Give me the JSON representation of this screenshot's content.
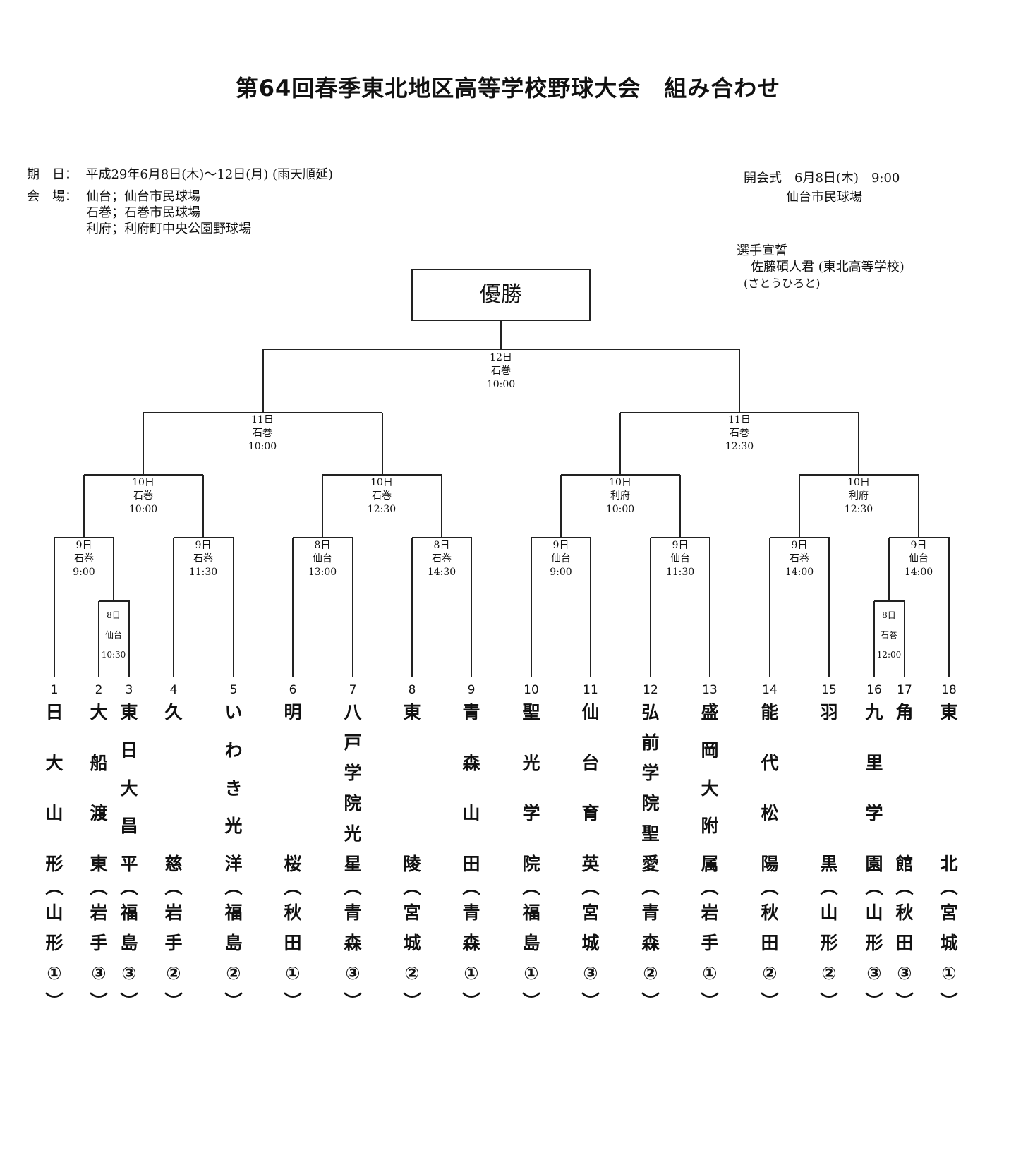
{
  "title": "第64回春季東北地区高等学校野球大会　組み合わせ",
  "info": {
    "dates": "期　日：  平成29年6月8日(木)～12日(月) (雨天順延)",
    "venue_label": "会　場：",
    "venues": [
      "仙台；仙台市民球場",
      "石巻；石巻市民球場",
      "利府；利府町中央公園野球場"
    ],
    "opening_ceremony": "開会式　6月8日(木)　9:00",
    "opening_venue": "仙台市民球場",
    "oath_label": "選手宣誓",
    "oath_person": "佐藤碩人君 (東北高等学校)",
    "oath_reading": "(さとうひろと)"
  },
  "winner_label": "優勝",
  "matches": {
    "final": "12日\n石巻\n10:00",
    "semi_left": "11日\n石巻\n10:00",
    "semi_right": "11日\n石巻\n12:30",
    "qf1": "10日\n石巻\n10:00",
    "qf2": "10日\n石巻\n12:30",
    "qf3": "10日\n利府\n10:00",
    "qf4": "10日\n利府\n12:30",
    "r2_1": "9日\n石巻\n9:00",
    "r2_2": "9日\n石巻\n11:30",
    "r2_3": "8日\n仙台\n13:00",
    "r2_4": "8日\n石巻\n14:30",
    "r2_5": "9日\n仙台\n9:00",
    "r2_6": "9日\n仙台\n11:30",
    "r2_7": "9日\n石巻\n14:00",
    "r2_8": "9日\n仙台\n14:00",
    "r1_left": "8日\n仙台\n10:30",
    "r1_right": "8日\n石巻\n12:00"
  },
  "teams": [
    {
      "num": "1",
      "name": "日大山形",
      "pref": "山形",
      "count": "①"
    },
    {
      "num": "2",
      "name": "大船渡東",
      "pref": "岩手",
      "count": "③"
    },
    {
      "num": "3",
      "name": "東日大昌平",
      "pref": "福島",
      "count": "③"
    },
    {
      "num": "4",
      "name": "久慈",
      "pref": "岩手",
      "count": "②"
    },
    {
      "num": "5",
      "name": "いわき光洋",
      "pref": "福島",
      "count": "②"
    },
    {
      "num": "6",
      "name": "明桜",
      "pref": "秋田",
      "count": "①"
    },
    {
      "num": "7",
      "name": "八戸学院光星",
      "pref": "青森",
      "count": "③"
    },
    {
      "num": "8",
      "name": "東陵",
      "pref": "宮城",
      "count": "②"
    },
    {
      "num": "9",
      "name": "青森山田",
      "pref": "青森",
      "count": "①"
    },
    {
      "num": "10",
      "name": "聖光学院",
      "pref": "福島",
      "count": "①"
    },
    {
      "num": "11",
      "name": "仙台育英",
      "pref": "宮城",
      "count": "③"
    },
    {
      "num": "12",
      "name": "弘前学院聖愛",
      "pref": "青森",
      "count": "②"
    },
    {
      "num": "13",
      "name": "盛岡大附属",
      "pref": "岩手",
      "count": "①"
    },
    {
      "num": "14",
      "name": "能代松陽",
      "pref": "秋田",
      "count": "②"
    },
    {
      "num": "15",
      "name": "羽黒",
      "pref": "山形",
      "count": "②"
    },
    {
      "num": "16",
      "name": "九里学園",
      "pref": "山形",
      "count": "③"
    },
    {
      "num": "17",
      "name": "角館",
      "pref": "秋田",
      "count": "③"
    },
    {
      "num": "18",
      "name": "東北",
      "pref": "宮城",
      "count": "①"
    }
  ]
}
